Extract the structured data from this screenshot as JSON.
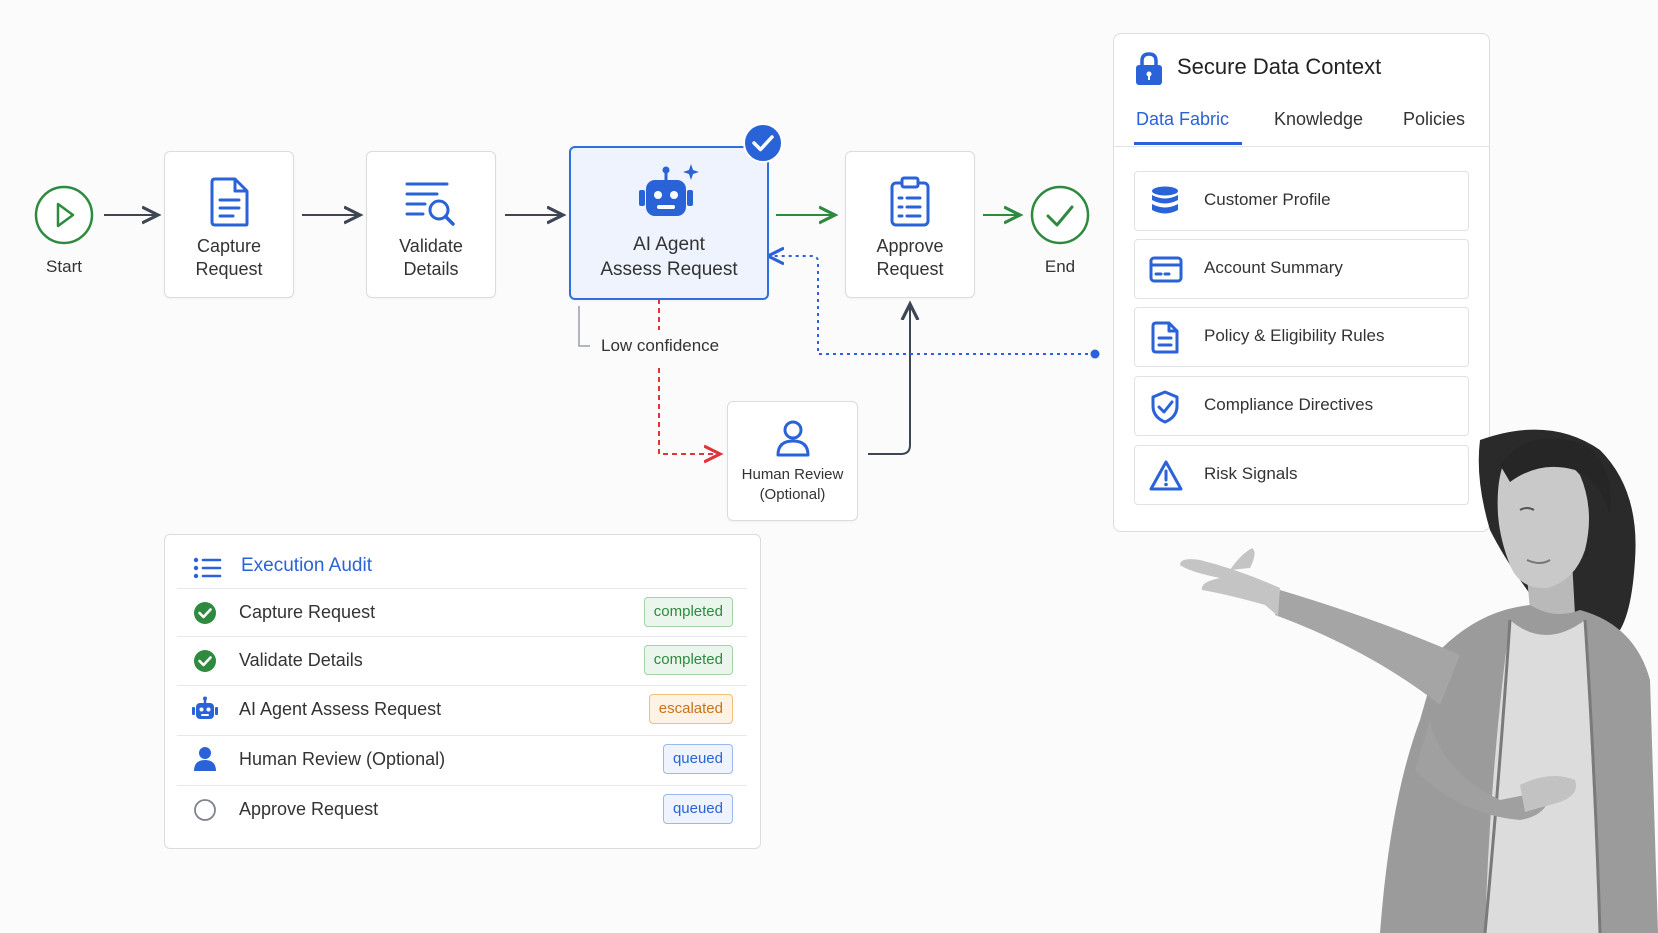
{
  "flow": {
    "start_label": "Start",
    "end_label": "End",
    "nodes": {
      "capture": {
        "line1": "Capture",
        "line2": "Request"
      },
      "validate": {
        "line1": "Validate",
        "line2": "Details"
      },
      "agent": {
        "line1": "AI Agent",
        "line2": "Assess Request"
      },
      "approve": {
        "line1": "Approve",
        "line2": "Request"
      },
      "human": {
        "line1": "Human Review",
        "line2": "(Optional)"
      }
    },
    "low_confidence_label": "Low confidence",
    "colors": {
      "accent": "#2a62d8",
      "success": "#2d8a3e",
      "escalation": "#e0343a"
    }
  },
  "secure_context": {
    "title": "Secure Data Context",
    "tabs": [
      {
        "label": "Data Fabric",
        "active": true
      },
      {
        "label": "Knowledge",
        "active": false
      },
      {
        "label": "Policies",
        "active": false
      }
    ],
    "items": [
      {
        "label": "Customer Profile",
        "icon": "database-icon"
      },
      {
        "label": "Account Summary",
        "icon": "card-icon"
      },
      {
        "label": "Policy & Eligibility Rules",
        "icon": "document-icon"
      },
      {
        "label": "Compliance Directives",
        "icon": "shield-check-icon"
      },
      {
        "label": "Risk Signals",
        "icon": "warning-icon"
      }
    ]
  },
  "audit": {
    "title": "Execution Audit",
    "rows": [
      {
        "label": "Capture Request",
        "status": "completed",
        "icon": "check-circle-icon"
      },
      {
        "label": "Validate Details",
        "status": "completed",
        "icon": "check-circle-icon"
      },
      {
        "label": "AI Agent Assess Request",
        "status": "escalated",
        "icon": "robot-icon"
      },
      {
        "label": "Human Review (Optional)",
        "status": "queued",
        "icon": "person-icon"
      },
      {
        "label": "Approve Request",
        "status": "queued",
        "icon": "empty-circle-icon"
      }
    ]
  }
}
